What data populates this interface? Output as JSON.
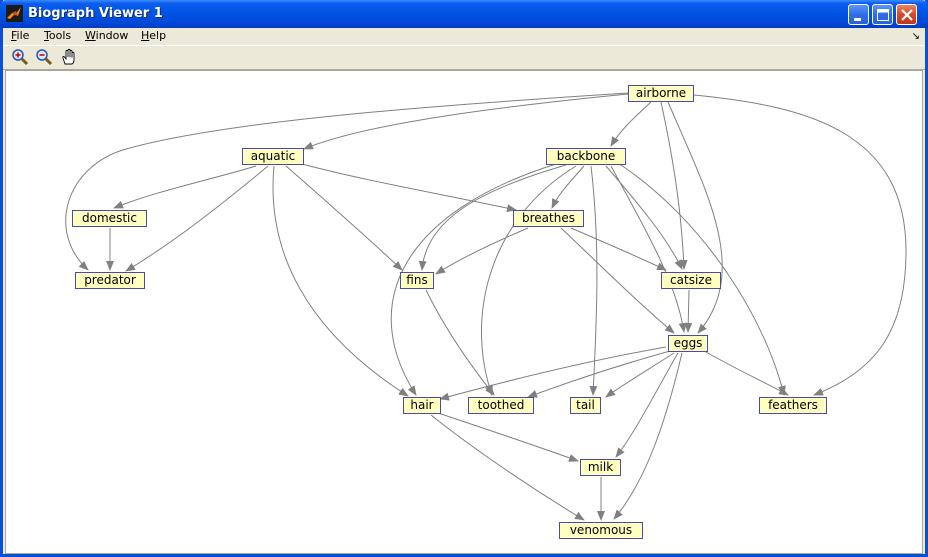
{
  "window": {
    "title": "Biograph Viewer 1"
  },
  "menubar": {
    "file": {
      "label": "ile",
      "mnemonic": "F"
    },
    "tools": {
      "label": "ools",
      "mnemonic": "T"
    },
    "window": {
      "label": "indow",
      "mnemonic": "W"
    },
    "help": {
      "label": "elp",
      "mnemonic": "H"
    }
  },
  "toolbar": {
    "icons": [
      "zoom-in-icon",
      "zoom-out-icon",
      "pan-hand-icon"
    ]
  },
  "graph": {
    "nodes": {
      "airborne": "airborne",
      "aquatic": "aquatic",
      "backbone": "backbone",
      "domestic": "domestic",
      "breathes": "breathes",
      "predator": "predator",
      "fins": "fins",
      "catsize": "catsize",
      "eggs": "eggs",
      "hair": "hair",
      "toothed": "toothed",
      "tail": "tail",
      "feathers": "feathers",
      "milk": "milk",
      "venomous": "venomous"
    },
    "edges": [
      [
        "airborne",
        "aquatic"
      ],
      [
        "airborne",
        "predator"
      ],
      [
        "airborne",
        "backbone"
      ],
      [
        "airborne",
        "catsize"
      ],
      [
        "airborne",
        "eggs"
      ],
      [
        "airborne",
        "feathers"
      ],
      [
        "aquatic",
        "domestic"
      ],
      [
        "aquatic",
        "predator"
      ],
      [
        "aquatic",
        "breathes"
      ],
      [
        "aquatic",
        "fins"
      ],
      [
        "aquatic",
        "hair"
      ],
      [
        "domestic",
        "predator"
      ],
      [
        "backbone",
        "breathes"
      ],
      [
        "backbone",
        "fins"
      ],
      [
        "backbone",
        "catsize"
      ],
      [
        "backbone",
        "hair"
      ],
      [
        "backbone",
        "toothed"
      ],
      [
        "backbone",
        "tail"
      ],
      [
        "backbone",
        "eggs"
      ],
      [
        "backbone",
        "feathers"
      ],
      [
        "breathes",
        "fins"
      ],
      [
        "breathes",
        "catsize"
      ],
      [
        "breathes",
        "eggs"
      ],
      [
        "fins",
        "toothed"
      ],
      [
        "catsize",
        "eggs"
      ],
      [
        "eggs",
        "hair"
      ],
      [
        "eggs",
        "toothed"
      ],
      [
        "eggs",
        "tail"
      ],
      [
        "eggs",
        "feathers"
      ],
      [
        "eggs",
        "milk"
      ],
      [
        "eggs",
        "venomous"
      ],
      [
        "hair",
        "milk"
      ],
      [
        "hair",
        "venomous"
      ],
      [
        "milk",
        "venomous"
      ]
    ],
    "colors": {
      "node_fill": "#ffffc0",
      "node_border": "#4a4aa8",
      "edge": "#808080"
    }
  }
}
